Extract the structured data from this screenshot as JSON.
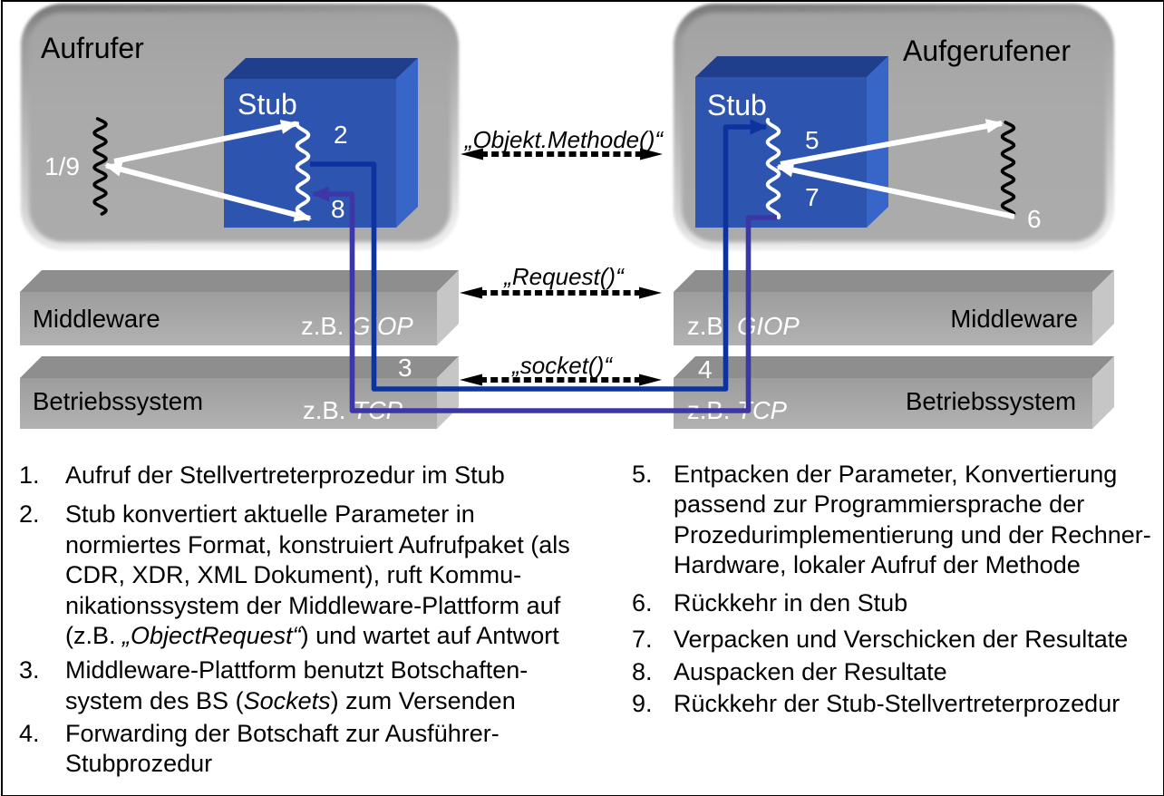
{
  "diagram": {
    "caller_title": "Aufrufer",
    "callee_title": "Aufgerufener",
    "stub_left": "Stub",
    "stub_right": "Stub",
    "middleware_left": "Middleware",
    "middleware_right": "Middleware",
    "os_left": "Betriebssystem",
    "os_right": "Betriebssystem",
    "zb": "z.B. ",
    "giop": "GIOP",
    "tcp": "TCP",
    "arrow_method_label": "„Objekt.Methode()“",
    "arrow_request_label": "„Request()“",
    "arrow_socket_label": "„socket()“",
    "num_1_9": "1/9",
    "num_2": "2",
    "num_3": "3",
    "num_4": "4",
    "num_5": "5",
    "num_6": "6",
    "num_7": "7",
    "num_8": "8"
  },
  "colors": {
    "gray-box": "#a9a9a9",
    "gray-top": "#8e8e8e",
    "gray-side": "#c6c6c6",
    "cube-front": "#2d54ae",
    "cube-top": "#1f3f8c",
    "cube-side": "#3766c8",
    "line-out": "#0c339e",
    "line-back": "#3c36a6",
    "arrow-white": "#ffffff",
    "ink": "#000000"
  },
  "steps_left": [
    {
      "num": "1.",
      "lines": [
        [
          {
            "t": "Aufruf der Stellvertreterprozedur im Stub"
          }
        ]
      ]
    },
    {
      "num": "2.",
      "lines": [
        [
          {
            "t": "Stub konvertiert aktuelle Parameter in"
          }
        ],
        [
          {
            "t": "normiertes Format, konstruiert Aufrufpaket (als"
          }
        ],
        [
          {
            "t": "CDR, XDR, XML Dokument), ruft Kommu-"
          }
        ],
        [
          {
            "t": "nikationssystem der Middleware-Plattform auf"
          }
        ],
        [
          {
            "t": "(z.B. "
          },
          {
            "t": "„ObjectRequest“",
            "i": 1
          },
          {
            "t": ") und wartet auf Antwort"
          }
        ]
      ]
    },
    {
      "num": "3.",
      "lines": [
        [
          {
            "t": "Middleware-Plattform benutzt Botschaften-"
          }
        ],
        [
          {
            "t": "system des BS ("
          },
          {
            "t": "Sockets",
            "i": 1
          },
          {
            "t": ") zum Versenden"
          }
        ]
      ]
    },
    {
      "num": "4.",
      "lines": [
        [
          {
            "t": "Forwarding der Botschaft zur Ausführer-"
          }
        ],
        [
          {
            "t": "Stubprozedur"
          }
        ]
      ]
    }
  ],
  "steps_right": [
    {
      "num": "5.",
      "lines": [
        [
          {
            "t": "Entpacken der Parameter, Konvertierung"
          }
        ],
        [
          {
            "t": "passend zur Programmiersprache der"
          }
        ],
        [
          {
            "t": "Prozedurimplementierung und der Rechner-"
          }
        ],
        [
          {
            "t": "Hardware, lokaler Aufruf der Methode"
          }
        ]
      ]
    },
    {
      "num": "6.",
      "lines": [
        [
          {
            "t": "Rückkehr in den Stub"
          }
        ]
      ]
    },
    {
      "num": "7.",
      "lines": [
        [
          {
            "t": "Verpacken und Verschicken der Resultate"
          }
        ]
      ]
    },
    {
      "num": "8.",
      "lines": [
        [
          {
            "t": "Auspacken der Resultate"
          }
        ]
      ]
    },
    {
      "num": "9.",
      "lines": [
        [
          {
            "t": "Rückkehr der Stub-Stellvertreterprozedur"
          }
        ]
      ]
    }
  ]
}
